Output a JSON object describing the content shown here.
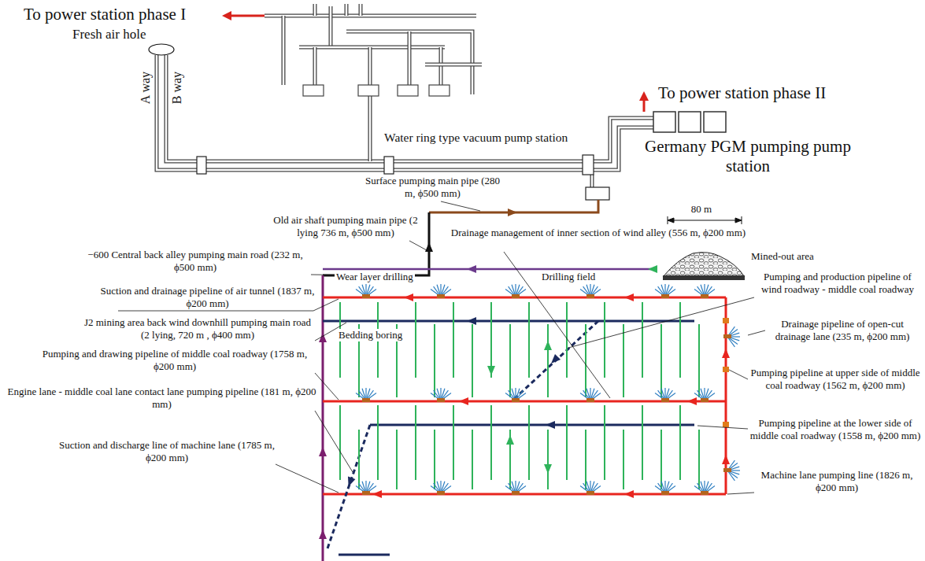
{
  "diagram": {
    "labels": [
      "To power station phase I",
      "Fresh air hole",
      "A way",
      "B way",
      "Water ring type vacuum pump station",
      "To power station phase II",
      "Germany PGM pumping pump station",
      "Surface pumping main pipe (280 m, ϕ500 mm)",
      "Old air shaft pumping main pipe (2 lying 736 m, ϕ500 mm)",
      "Drainage management of inner section of wind alley (556 m, ϕ200 mm)",
      "−600 Central back alley pumping main road (232 m, ϕ500 mm)",
      "80 m",
      "Mined-out area",
      "Suction and drainage pipeline of air tunnel (1837 m, ϕ200 mm)",
      "Wear layer drilling",
      "Drilling field",
      "Pumping and production pipeline of wind roadway - middle coal roadway",
      "J2 mining area back wind downhill pumping main road (2 lying, 720 m , ϕ400 mm)",
      "Drainage pipeline of open-cut drainage lane (235 m, ϕ200 mm)",
      "Bedding boring",
      "Pumping and drawing pipeline of middle coal roadway (1758 m, ϕ200 mm)",
      "Pumping pipeline at upper side of middle coal roadway (1562 m, ϕ200 mm)",
      "Engine lane - middle coal lane contact lane pumping pipeline (181 m, ϕ200 mm)",
      "Pumping pipeline at the lower side of middle coal roadway (1558 m, ϕ200 mm)",
      "Suction and discharge line of machine lane (1785 m, ϕ200 mm)",
      "Machine lane pumping line (1826 m, ϕ200 mm)"
    ]
  }
}
